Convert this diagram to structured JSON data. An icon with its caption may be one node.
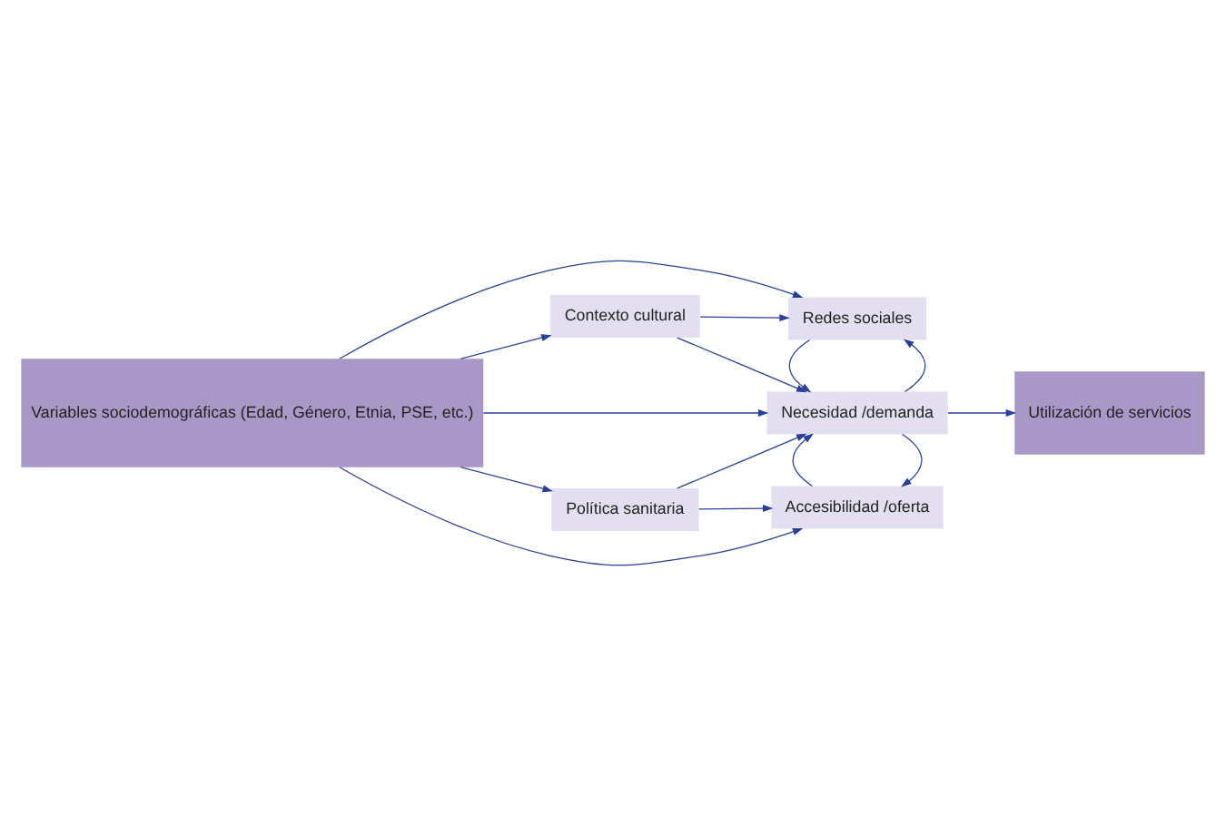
{
  "diagram": {
    "nodes": [
      {
        "text": [
          "Política sanitaria"
        ]
      },
      {
        "text": [
          "Accesibilidad /oferta"
        ]
      },
      {
        "text": [
          "Variables sociodemográficas (Edad, Género, Etnia, PSE, etc.)"
        ]
      },
      {
        "text": [
          "Necesidad /demanda"
        ]
      },
      {
        "text": [
          "Utilización de servicios"
        ]
      },
      {
        "text": [
          "Contexto cultural"
        ]
      },
      {
        "text": [
          "Redes sociales"
        ]
      }
    ],
    "edges": [
      {
        "from": 2,
        "to": 0,
        "arrow": "to"
      },
      {
        "from": 0,
        "to": 1,
        "arrow": "to"
      },
      {
        "from": 0,
        "to": 3,
        "arrow": "to"
      },
      {
        "from": 2,
        "to": 3,
        "arrow": "to"
      },
      {
        "from": 2,
        "to": 5,
        "arrow": "to"
      },
      {
        "from": 5,
        "to": 3,
        "arrow": "to"
      },
      {
        "from": 5,
        "to": 6,
        "arrow": "to"
      },
      {
        "from": 3,
        "to": 1,
        "arrow": "to"
      },
      {
        "from": 1,
        "to": 3,
        "arrow": "to"
      },
      {
        "from": 3,
        "to": 6,
        "arrow": "to"
      },
      {
        "from": 6,
        "to": 3,
        "arrow": "to"
      },
      {
        "from": 3,
        "to": 4,
        "arrow": "to"
      },
      {
        "from": 2,
        "to": 1,
        "arrow": "to"
      },
      {
        "from": 2,
        "to": 6,
        "arrow": "to"
      }
    ]
  }
}
